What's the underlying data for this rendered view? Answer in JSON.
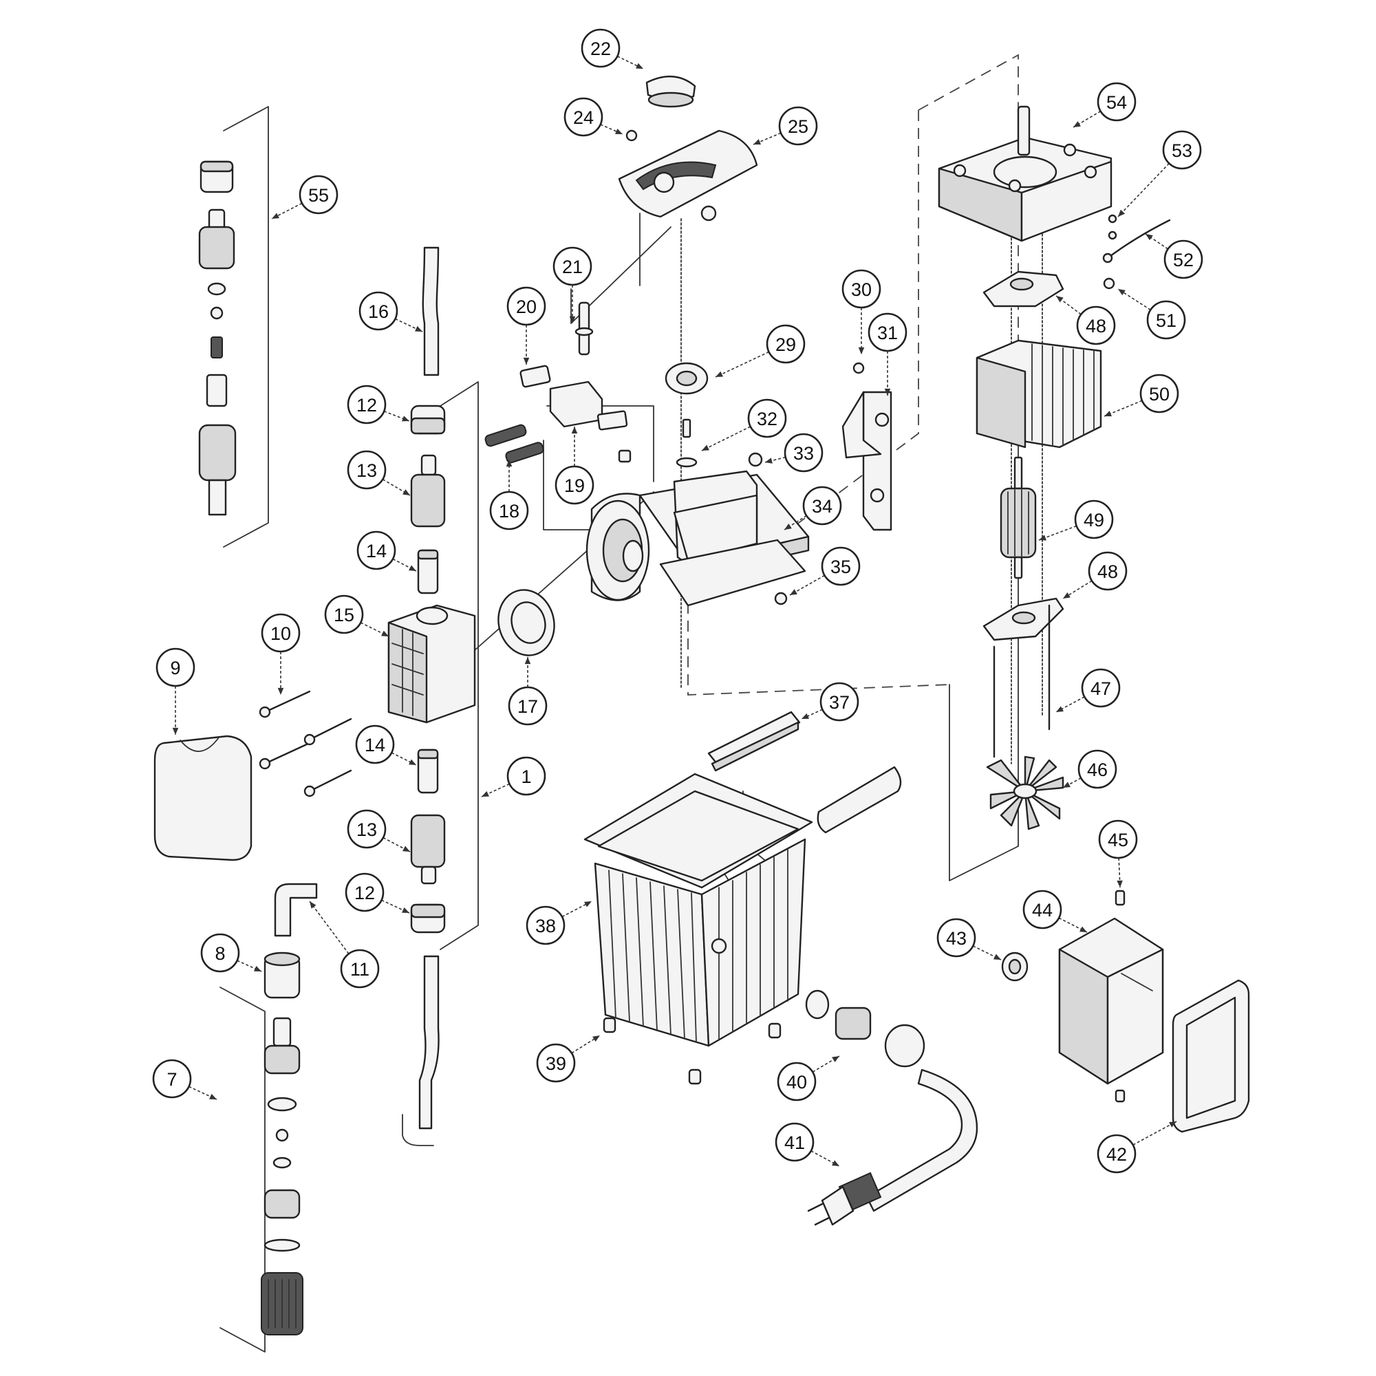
{
  "diagram": {
    "type": "exploded-parts-diagram",
    "callouts": [
      {
        "id": "c1",
        "label": "1"
      },
      {
        "id": "c7",
        "label": "7"
      },
      {
        "id": "c8",
        "label": "8"
      },
      {
        "id": "c9",
        "label": "9"
      },
      {
        "id": "c10",
        "label": "10"
      },
      {
        "id": "c11",
        "label": "11"
      },
      {
        "id": "c12a",
        "label": "12"
      },
      {
        "id": "c12b",
        "label": "12"
      },
      {
        "id": "c13a",
        "label": "13"
      },
      {
        "id": "c13b",
        "label": "13"
      },
      {
        "id": "c14a",
        "label": "14"
      },
      {
        "id": "c14b",
        "label": "14"
      },
      {
        "id": "c15",
        "label": "15"
      },
      {
        "id": "c16",
        "label": "16"
      },
      {
        "id": "c17",
        "label": "17"
      },
      {
        "id": "c18",
        "label": "18"
      },
      {
        "id": "c19",
        "label": "19"
      },
      {
        "id": "c20",
        "label": "20"
      },
      {
        "id": "c21",
        "label": "21"
      },
      {
        "id": "c22",
        "label": "22"
      },
      {
        "id": "c24",
        "label": "24"
      },
      {
        "id": "c25",
        "label": "25"
      },
      {
        "id": "c29",
        "label": "29"
      },
      {
        "id": "c30",
        "label": "30"
      },
      {
        "id": "c31",
        "label": "31"
      },
      {
        "id": "c32",
        "label": "32"
      },
      {
        "id": "c33",
        "label": "33"
      },
      {
        "id": "c34",
        "label": "34"
      },
      {
        "id": "c35",
        "label": "35"
      },
      {
        "id": "c37",
        "label": "37"
      },
      {
        "id": "c38",
        "label": "38"
      },
      {
        "id": "c39",
        "label": "39"
      },
      {
        "id": "c40",
        "label": "40"
      },
      {
        "id": "c41",
        "label": "41"
      },
      {
        "id": "c42",
        "label": "42"
      },
      {
        "id": "c43",
        "label": "43"
      },
      {
        "id": "c44",
        "label": "44"
      },
      {
        "id": "c45",
        "label": "45"
      },
      {
        "id": "c46",
        "label": "46"
      },
      {
        "id": "c47",
        "label": "47"
      },
      {
        "id": "c48a",
        "label": "48"
      },
      {
        "id": "c48b",
        "label": "48"
      },
      {
        "id": "c49",
        "label": "49"
      },
      {
        "id": "c50",
        "label": "50"
      },
      {
        "id": "c51",
        "label": "51"
      },
      {
        "id": "c52",
        "label": "52"
      },
      {
        "id": "c53",
        "label": "53"
      },
      {
        "id": "c54",
        "label": "54"
      },
      {
        "id": "c55",
        "label": "55"
      }
    ]
  }
}
